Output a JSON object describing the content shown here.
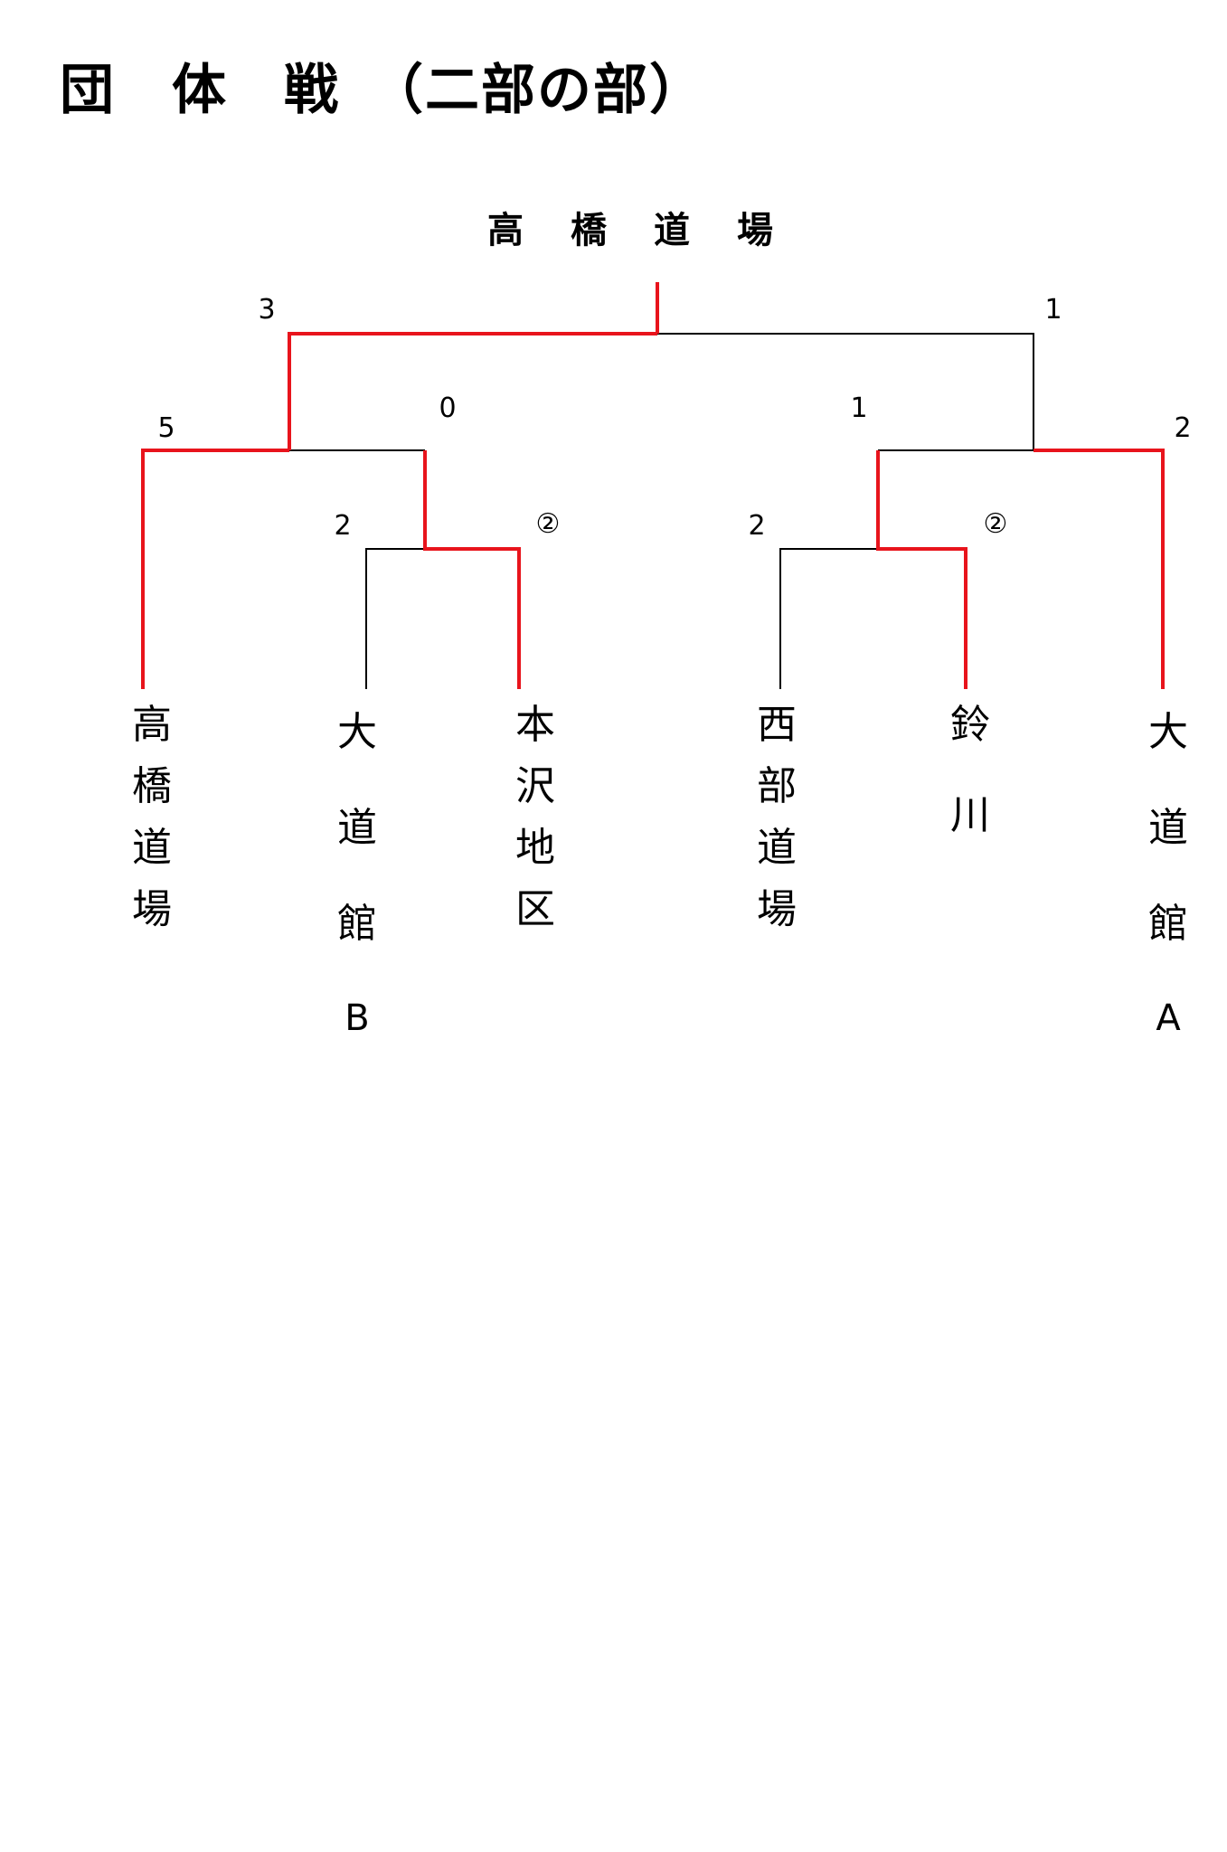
{
  "title": "団　体　戦　（二部の部）",
  "champion": "高　橋　道　場",
  "colors": {
    "winner": "#e8141c",
    "line": "#000000"
  },
  "teams": [
    {
      "name": "高橋道場"
    },
    {
      "name": "大道館",
      "suffix": "B"
    },
    {
      "name": "本沢地区"
    },
    {
      "name": "西部道場"
    },
    {
      "name": "鈴川"
    },
    {
      "name": "大道館",
      "suffix": "A"
    }
  ],
  "scores": {
    "final_left": "3",
    "final_right": "1",
    "semi_left_top": "5",
    "semi_left_bottom": "0",
    "semi_right_top": "1",
    "semi_right_bottom": "2",
    "r1_left_a": "2",
    "r1_left_b": "②",
    "r1_right_a": "2",
    "r1_right_b": "②"
  }
}
